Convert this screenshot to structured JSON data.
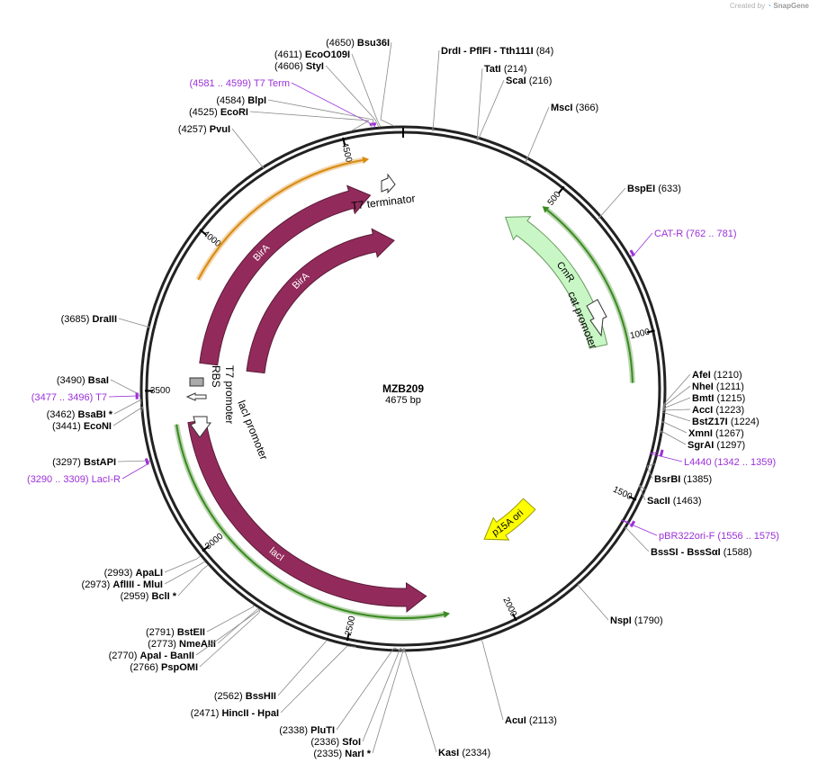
{
  "credit": {
    "prefix": "Created by",
    "brand": "SnapGene"
  },
  "plasmid": {
    "name": "MZB209",
    "size": "4675 bp",
    "length": 4675
  },
  "ticks": [
    {
      "bp": 500,
      "label": "500"
    },
    {
      "bp": 1000,
      "label": "1000"
    },
    {
      "bp": 1500,
      "label": "1500"
    },
    {
      "bp": 2000,
      "label": "2000"
    },
    {
      "bp": 2500,
      "label": "2500"
    },
    {
      "bp": 3000,
      "label": "3000"
    },
    {
      "bp": 3500,
      "label": "3500"
    },
    {
      "bp": 4000,
      "label": "4000"
    },
    {
      "bp": 4500,
      "label": "4500"
    }
  ],
  "features": [
    {
      "name": "CmR",
      "type": "resistance",
      "color": "#c8f7c5",
      "stroke": "#6a9a60",
      "start": 1010,
      "end": 400,
      "dir": -1,
      "label_on": true
    },
    {
      "name": "p15A ori",
      "type": "origin",
      "color": "#ffff00",
      "stroke": "#999900",
      "start": 1720,
      "end": 1970,
      "dir": 1,
      "label_on": true
    },
    {
      "name": "lacI",
      "type": "cds",
      "color": "#922b5b",
      "stroke": "#5a1a38",
      "start": 3390,
      "end": 2255,
      "dir": -1,
      "label_on": true
    },
    {
      "name": "BirA",
      "type": "cds_outer",
      "color": "#922b5b",
      "stroke": "#5a1a38",
      "start": 3600,
      "end": 4550,
      "dir": 1,
      "label_on": true
    },
    {
      "name": "BirA",
      "type": "cds_inner",
      "color": "#922b5b",
      "stroke": "#5a1a38",
      "start": 3590,
      "end": 4630,
      "dir": 1,
      "label_on": true
    }
  ],
  "small_features": [
    {
      "name": "T7 terminator",
      "kind": "terminator"
    },
    {
      "name": "cat promoter",
      "kind": "promoter"
    },
    {
      "name": "RBS",
      "kind": "rbs"
    },
    {
      "name": "T7 promoter",
      "kind": "promoter"
    },
    {
      "name": "lacI promoter",
      "kind": "promoter"
    }
  ],
  "sites": [
    {
      "name": "Bsu36I",
      "pos": "(4650)",
      "side": "left"
    },
    {
      "name": "EcoO109I",
      "pos": "(4611)",
      "side": "left"
    },
    {
      "name": "StyI",
      "pos": "(4606)",
      "side": "left"
    },
    {
      "name": "T7 Term",
      "pos": "(4581 .. 4599)",
      "side": "left",
      "primer": true
    },
    {
      "name": "BlpI",
      "pos": "(4584)",
      "side": "left"
    },
    {
      "name": "EcoRI",
      "pos": "(4525)",
      "side": "left"
    },
    {
      "name": "PvuI",
      "pos": "(4257)",
      "side": "left"
    },
    {
      "name": "DraIII",
      "pos": "(3685)",
      "side": "left"
    },
    {
      "name": "BsaI",
      "pos": "(3490)",
      "side": "left"
    },
    {
      "name": "T7",
      "pos": "(3477 .. 3496)",
      "side": "left",
      "primer": true
    },
    {
      "name": "BsaBI *",
      "pos": "(3462)",
      "side": "left"
    },
    {
      "name": "EcoNI",
      "pos": "(3441)",
      "side": "left"
    },
    {
      "name": "BstAPI",
      "pos": "(3297)",
      "side": "left"
    },
    {
      "name": "LacI-R",
      "pos": "(3290 .. 3309)",
      "side": "left",
      "primer": true
    },
    {
      "name": "ApaLI",
      "pos": "(2993)",
      "side": "left"
    },
    {
      "name": "AflIII - MluI",
      "pos": "(2973)",
      "side": "left"
    },
    {
      "name": "BclI *",
      "pos": "(2959)",
      "side": "left"
    },
    {
      "name": "BstEII",
      "pos": "(2791)",
      "side": "left"
    },
    {
      "name": "NmeAIII",
      "pos": "(2773)",
      "side": "left"
    },
    {
      "name": "ApaI - BanII",
      "pos": "(2770)",
      "side": "left"
    },
    {
      "name": "PspOMI",
      "pos": "(2766)",
      "side": "left"
    },
    {
      "name": "BssHII",
      "pos": "(2562)",
      "side": "left"
    },
    {
      "name": "HincII - HpaI",
      "pos": "(2471)",
      "side": "left"
    },
    {
      "name": "PluTI",
      "pos": "(2338)",
      "side": "left"
    },
    {
      "name": "SfoI",
      "pos": "(2336)",
      "side": "left"
    },
    {
      "name": "NarI *",
      "pos": "(2335)",
      "side": "left"
    },
    {
      "name": "DrdI - PflFI - Tth111I",
      "pos": "(84)",
      "side": "right"
    },
    {
      "name": "TatI",
      "pos": "(214)",
      "side": "right"
    },
    {
      "name": "ScaI",
      "pos": "(216)",
      "side": "right"
    },
    {
      "name": "MscI",
      "pos": "(366)",
      "side": "right"
    },
    {
      "name": "BspEI",
      "pos": "(633)",
      "side": "right"
    },
    {
      "name": "CAT-R",
      "pos": "(762 .. 781)",
      "side": "right",
      "primer": true
    },
    {
      "name": "AfeI",
      "pos": "(1210)",
      "side": "right"
    },
    {
      "name": "NheI",
      "pos": "(1211)",
      "side": "right"
    },
    {
      "name": "BmtI",
      "pos": "(1215)",
      "side": "right"
    },
    {
      "name": "AccI",
      "pos": "(1223)",
      "side": "right"
    },
    {
      "name": "BstZ17I",
      "pos": "(1224)",
      "side": "right"
    },
    {
      "name": "XmnI",
      "pos": "(1267)",
      "side": "right"
    },
    {
      "name": "SgrAI",
      "pos": "(1297)",
      "side": "right"
    },
    {
      "name": "L4440",
      "pos": "(1342 .. 1359)",
      "side": "right",
      "primer": true
    },
    {
      "name": "BsrBI",
      "pos": "(1385)",
      "side": "right"
    },
    {
      "name": "SacII",
      "pos": "(1463)",
      "side": "right"
    },
    {
      "name": "pBR322ori-F",
      "pos": "(1556 .. 1575)",
      "side": "right",
      "primer": true
    },
    {
      "name": "BssSI - BssSαI",
      "pos": "(1588)",
      "side": "right"
    },
    {
      "name": "NspI",
      "pos": "(1790)",
      "side": "right"
    },
    {
      "name": "AcuI",
      "pos": "(2113)",
      "side": "right"
    },
    {
      "name": "KasI",
      "pos": "(2334)",
      "side": "right"
    }
  ]
}
